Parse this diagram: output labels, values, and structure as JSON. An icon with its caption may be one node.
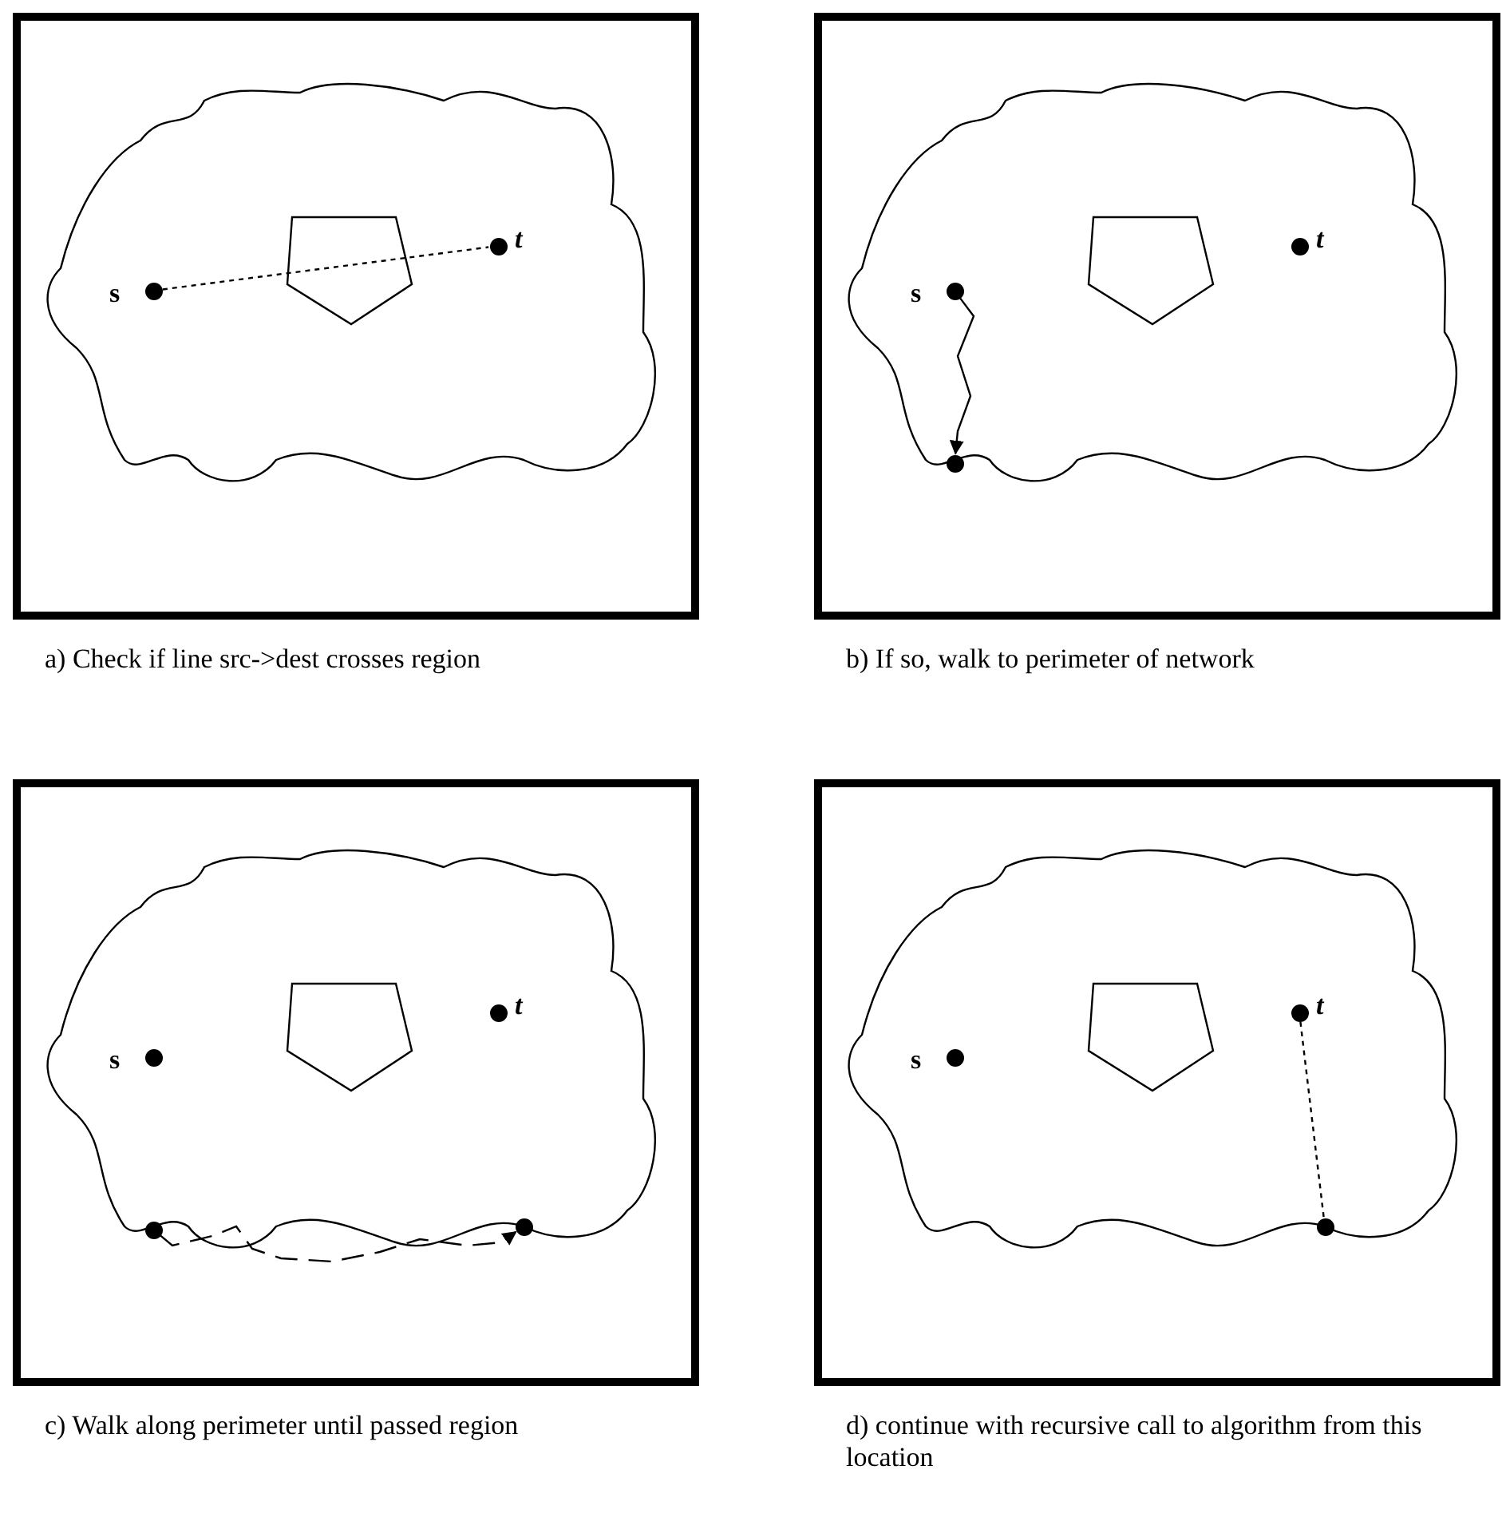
{
  "diagram": {
    "nodes": [
      {
        "text": [
          "a) Check if line src->dest crosses region"
        ]
      },
      {
        "text": [],
        "shape": "circle",
        "beside": [
          "s"
        ],
        "in": 0
      },
      {
        "text": [],
        "shape": "circle",
        "beside": [
          "t"
        ],
        "in": 0
      },
      {
        "text": [
          "b) If so, walk to perimeter of network"
        ]
      },
      {
        "text": [],
        "shape": "circle",
        "beside": [
          "s"
        ],
        "in": 3
      },
      {
        "text": [],
        "shape": "circle",
        "beside": [
          "t"
        ],
        "in": 3
      },
      {
        "text": [],
        "shape": "circle",
        "in": 3
      },
      {
        "text": [
          "c) Walk along perimeter until passed region"
        ]
      },
      {
        "text": [],
        "shape": "circle",
        "beside": [
          "s"
        ],
        "in": 7
      },
      {
        "text": [],
        "shape": "circle",
        "beside": [
          "t"
        ],
        "in": 7
      },
      {
        "text": [],
        "shape": "circle",
        "in": 7
      },
      {
        "text": [],
        "shape": "circle",
        "in": 7
      },
      {
        "text": [
          "d) continue with recursive call to algorithm from this location"
        ]
      },
      {
        "text": [],
        "shape": "circle",
        "beside": [
          "s"
        ],
        "in": 12
      },
      {
        "text": [],
        "shape": "circle",
        "beside": [
          "t"
        ],
        "in": 12
      },
      {
        "text": [],
        "shape": "circle",
        "in": 12
      }
    ],
    "edges": [
      {
        "from": 1,
        "to": 2,
        "arrow": "none",
        "style": "dashed"
      },
      {
        "from": 4,
        "to": 6,
        "arrow": "to"
      },
      {
        "from": 10,
        "to": 11,
        "arrow": "to",
        "style": "dashed"
      },
      {
        "from": 14,
        "to": 15,
        "arrow": "none",
        "style": "dashed"
      }
    ]
  }
}
